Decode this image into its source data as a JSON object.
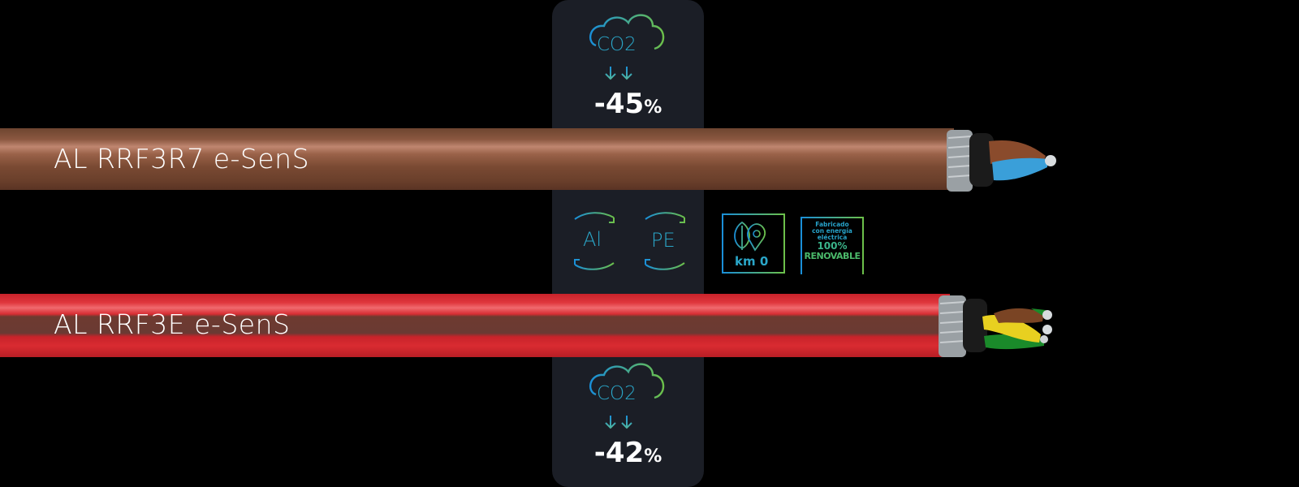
{
  "cables": [
    {
      "name": "AL RRF3R7 e-SenS",
      "color": "#7a4a32",
      "cores": [
        "brown",
        "blue"
      ]
    },
    {
      "name": "AL RRF3E e-SenS",
      "color": "#d42a30",
      "stripe": "#6a3a33",
      "cores": [
        "yellow-green",
        "brown",
        "green"
      ]
    }
  ],
  "panel": {
    "background": "#1b1e26",
    "top_metric": {
      "icon": "co2-reduction-icon",
      "label": "CO2",
      "value": "-45",
      "unit": "%"
    },
    "recycle": [
      {
        "label": "Al"
      },
      {
        "label": "PE"
      }
    ],
    "bottom_metric": {
      "icon": "co2-reduction-icon",
      "label": "CO2",
      "value": "-42",
      "unit": "%"
    }
  },
  "badges": {
    "km0": {
      "label": "km 0"
    },
    "renewable": {
      "line1": "Fabricado",
      "line2": "con energía",
      "line3": "eléctrica",
      "pct": "100%",
      "word": "RENOVABLE"
    }
  },
  "colors": {
    "gradient_start": "#1a8fd8",
    "gradient_end": "#6cc04a"
  }
}
